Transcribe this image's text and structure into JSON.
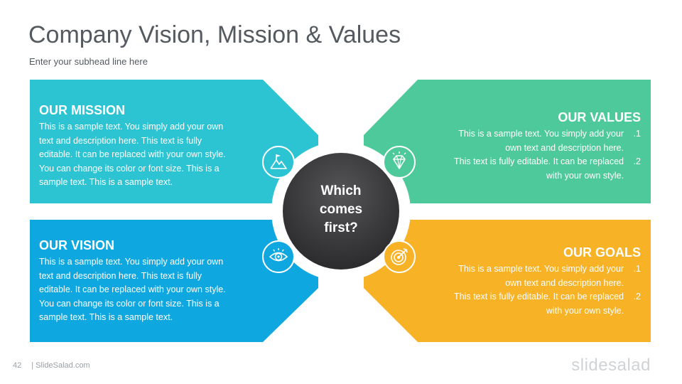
{
  "header": {
    "title": "Company Vision, Mission & Values",
    "subhead": "Enter your subhead line here"
  },
  "colors": {
    "mission": "#2CC3D3",
    "vision": "#0EA7E0",
    "values": "#4EC99B",
    "goals": "#F8B226",
    "center": "#3a3a3c"
  },
  "center": {
    "lines": [
      "Which",
      "comes",
      "first?"
    ]
  },
  "mission": {
    "title": "OUR MISSION",
    "lines": [
      "This is a sample text. You simply add your own",
      "text and description here. This text is fully",
      "editable. It can be replaced with your own style.",
      "You can change its color or font size. This is a",
      "sample text. This is a sample text."
    ],
    "icon": "mountain-flag-icon"
  },
  "vision": {
    "title": "OUR VISION",
    "lines": [
      "This is a sample text. You simply add your own",
      "text and description here. This text is fully",
      "editable. It can be replaced with your own style.",
      "You can change its color or font size. This is a",
      "sample text. This is a sample text."
    ],
    "icon": "eye-icon"
  },
  "values": {
    "title": "OUR VALUES",
    "items": [
      {
        "num": ".1",
        "lines": [
          "This is a sample text. You simply add your",
          "own text and description here."
        ]
      },
      {
        "num": ".2",
        "lines": [
          "This text is fully editable. It can be replaced",
          "with your own style."
        ]
      }
    ],
    "icon": "diamond-icon"
  },
  "goals": {
    "title": "OUR GOALS",
    "items": [
      {
        "num": ".1",
        "lines": [
          "This is a sample text. You simply add your",
          "own text and description here."
        ]
      },
      {
        "num": ".2",
        "lines": [
          "This text is fully editable. It can be replaced",
          "with your own style."
        ]
      }
    ],
    "icon": "target-icon"
  },
  "footer": {
    "page_number": "42",
    "site": "| SlideSalad.com",
    "logo": "slidesalad"
  }
}
